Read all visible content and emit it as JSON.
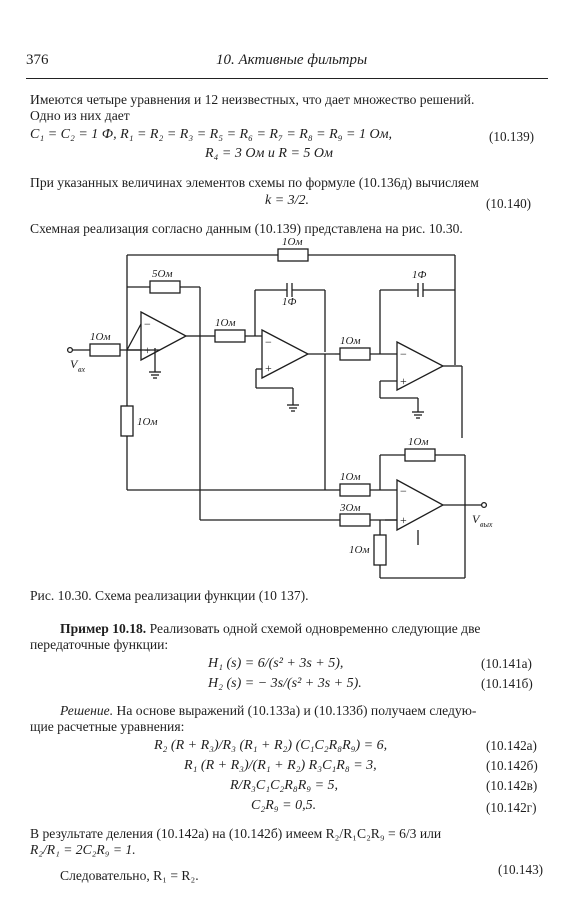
{
  "header": {
    "page_number": "376",
    "running_title": "10. Активные фильтры"
  },
  "intro": {
    "line1": "Имеются четыре уравнения и 12 неизвестных, что дает множество решений.",
    "line2": "Одно из них дает"
  },
  "eq139": {
    "line1": "C₁ = C₂ = 1 Ф,   R₁ = R₂ = R₃ = R₅ = R₆ = R₇ = R₈ = R₉ = 1 Ом,",
    "line2": "R₄ = 3 Ом  и  R = 5 Ом",
    "num": "(10.139)"
  },
  "para2": "При указанных величинах элементов схемы по формуле (10.136д) вычисляем",
  "eq140": {
    "expr": "k = 3/2.",
    "num": "(10.140)"
  },
  "para3": "Схемная реализация согласно данным (10.139) представлена на рис. 10.30.",
  "circuit": {
    "r_top": "1Ом",
    "r_50": "5Ом",
    "r_in": "1Ом",
    "r_mid": "1Ом",
    "r_3in": "1Ом",
    "c_mid": "1Ф",
    "c_3": "1Ф",
    "r_shunt": "1Ом",
    "r_fb4": "1Ом",
    "r_4a": "1Ом",
    "r_4b": "3Ом",
    "r_4gnd": "1Ом",
    "v_in": "V",
    "v_in_sub": "вх",
    "v_out": "V",
    "v_out_sub": "вых",
    "minus": "−",
    "plus": "+"
  },
  "caption": "Рис. 10.30. Схема реализации функции (10 137).",
  "example": {
    "title": "Пример 10.18.",
    "line1": "Реализовать одной схемой одновременно следующие две",
    "line2": "передаточные функции:"
  },
  "eq141a": {
    "expr": "H₁ (s) = 6/(s² + 3s + 5),",
    "num": "(10.141а)"
  },
  "eq141b": {
    "expr": "H₂ (s) = − 3s/(s² + 3s + 5).",
    "num": "(10.141б)"
  },
  "solution": {
    "title": "Решение.",
    "line1": "На основе выражений (10.133а) и (10.133б) получаем следую-",
    "line2": "щие расчетные уравнения:"
  },
  "eq142": [
    {
      "expr": "R₂ (R + R₃)/R₃ (R₁ + R₂) (C₁C₂R₈R₉) = 6,",
      "num": "(10.142а)"
    },
    {
      "expr": "R₁ (R + R₃)/(R₁ + R₂) R₃C₁R₈ = 3,",
      "num": "(10.142б)"
    },
    {
      "expr": "R/R₃C₁C₂R₈R₉ = 5,",
      "num": "(10.142в)"
    },
    {
      "expr": "C₂R₉ = 0,5.",
      "num": "(10.142г)"
    }
  ],
  "result": {
    "line1": "В результате деления (10.142а) на (10.142б) имеем R₂/R₁C₂R₉ = 6/3 или",
    "line2": "R₂/R₁ = 2C₂R₉ = 1."
  },
  "final": {
    "expr": "Следовательно, R₁ = R₂.",
    "num": "(10.143)"
  }
}
